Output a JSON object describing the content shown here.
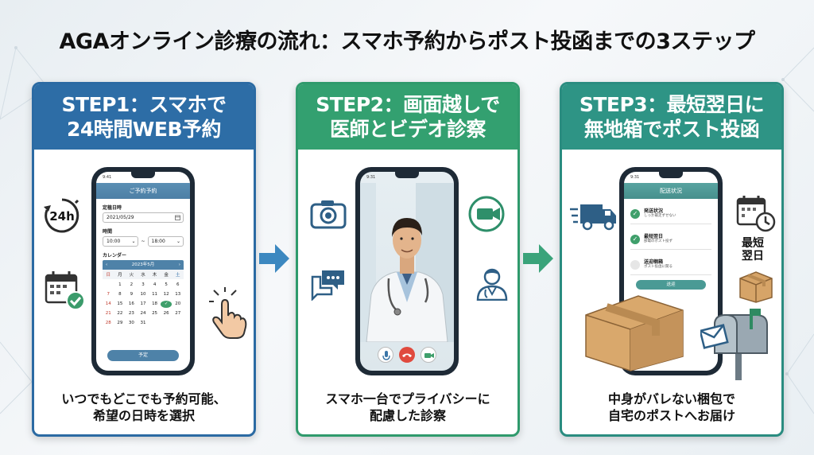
{
  "title": "AGAオンライン診療の流れ：スマホ予約からポスト投函までの3ステップ",
  "colors": {
    "step1": "#2d6da6",
    "step2": "#33a070",
    "step3": "#2e9485",
    "arrow": "#3c88c0",
    "arrow2": "#3aa37a"
  },
  "steps": [
    {
      "heading_line1": "STEP1：スマホで",
      "heading_line2": "24時間WEB予約",
      "footer_line1": "いつでもどこでも予約可能、",
      "footer_line2": "希望の日時を選択",
      "phone": {
        "status_time": "9:41",
        "app_title": "ご予約予約",
        "date_label": "定植日時",
        "date_value": "2021/05/29",
        "time_label": "時間",
        "time_from": "10:00",
        "time_sep": "~",
        "time_to": "18:00",
        "calendar_label": "カレンダー",
        "calendar_month": "2023年5月",
        "weekdays": [
          "日",
          "月",
          "火",
          "水",
          "木",
          "金",
          "土"
        ],
        "days": [
          "",
          "1",
          "2",
          "3",
          "4",
          "5",
          "6",
          "7",
          "8",
          "9",
          "10",
          "11",
          "12",
          "13",
          "14",
          "15",
          "16",
          "17",
          "18",
          "19",
          "20",
          "21",
          "22",
          "23",
          "24",
          "25",
          "26",
          "27",
          "28",
          "29",
          "30",
          "31",
          "",
          "",
          ""
        ],
        "button": "予定"
      },
      "icons": [
        "clock-24h-icon",
        "calendar-check-icon",
        "tap-hand-icon"
      ],
      "clock_text": "24h"
    },
    {
      "heading_line1": "STEP2：画面越しで",
      "heading_line2": "医師とビデオ診察",
      "footer_line1": "スマホ一台でプライバシーに",
      "footer_line2": "配慮した診察",
      "phone": {
        "status_time": "9:31"
      },
      "icons": [
        "camera-icon",
        "video-camera-icon",
        "chat-icon",
        "doctor-icon"
      ]
    },
    {
      "heading_line1": "STEP3：最短翌日に",
      "heading_line2": "無地箱でポスト投函",
      "footer_line1": "中身がバレない梱包で",
      "footer_line2": "自宅のポストへお届け",
      "phone": {
        "status_time": "9:31",
        "app_title": "配送状況",
        "items": [
          {
            "title": "発送状況",
            "sub": "しっか最走ずせない",
            "done": true
          },
          {
            "title": "最短翌日",
            "sub": "部電のポスト投ず",
            "done": true
          },
          {
            "title": "送迎梱箱",
            "sub": "ポスト投函に関る",
            "done": false
          }
        ],
        "button": "送迎"
      },
      "side_label_line1": "最短",
      "side_label_line2": "翌日",
      "icons": [
        "delivery-truck-icon",
        "calendar-clock-icon",
        "box-icon",
        "mailbox-icon"
      ]
    }
  ]
}
